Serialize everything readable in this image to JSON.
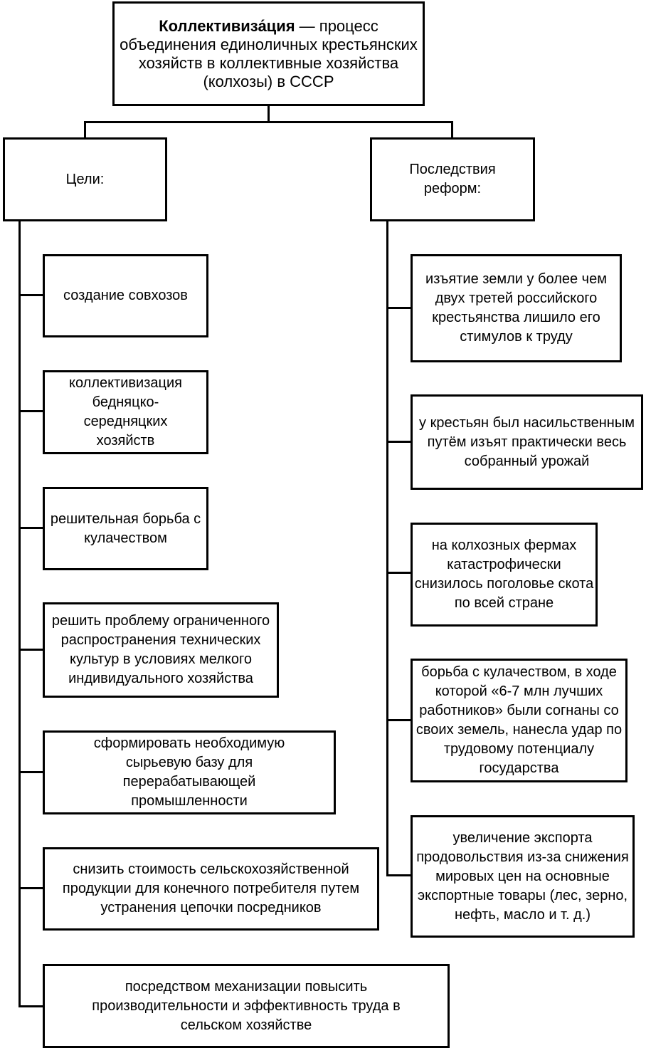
{
  "title": {
    "term": "Коллективиза́ция",
    "rest": " — процесс объединения единоличных крестьянских хозяйств в коллективные хозяйства (колхозы) в СССР"
  },
  "goals": {
    "header": "Цели:",
    "items": [
      "создание совхозов",
      "коллективизация бедняцко-середняцких хозяйств",
      "решительная борьба с кулачеством",
      "решить проблему ограниченного распространения технических культур в условиях мелкого индивидуального хозяйства",
      "сформировать необходимую сырьевую базу для перерабатывающей промышленности",
      "снизить стоимость сельскохозяйственной продукции для конечного потребителя путем устранения цепочки посредников",
      "посредством механизации повысить производительности и эффективность труда в сельском хозяйстве"
    ]
  },
  "consequences": {
    "header": "Последствия реформ:",
    "items": [
      "изъятие земли у более чем двух третей российского крестьянства лишило его стимулов к труду",
      "у крестьян был насильственным путём изъят практически весь собранный урожай",
      "на колхозных фермах катастрофически снизилось поголовье скота по всей стране",
      "борьба с кулачеством, в ходе которой «6-7 млн лучших работников» были согнаны со своих земель, нанесла удар по трудовому потенциалу государства",
      "увеличение экспорта продовольствия из-за снижения мировых цен на основные экспортные товары (лес, зерно, нефть, масло и т. д.)"
    ]
  }
}
